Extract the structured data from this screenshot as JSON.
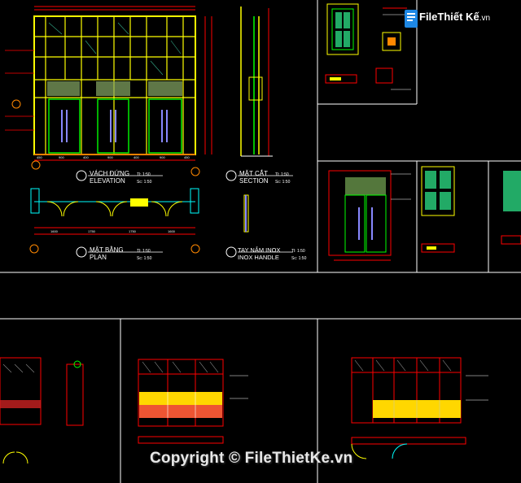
{
  "logo": {
    "name": "FileThiết Kế",
    "tld": ".vn"
  },
  "watermark": {
    "text": "Copyright © FileThietKe.vn"
  },
  "titles": {
    "elevation": {
      "vn": "VÁCH ĐỨNG",
      "en": "ELEVATION",
      "scale": "Tl: 1:50",
      "scale_en": "Sc: 1:50"
    },
    "section": {
      "vn": "MẶT CẮT",
      "en": "SECTION",
      "scale": "Tl: 1:50",
      "scale_en": "Sc: 1:50"
    },
    "plan": {
      "vn": "MẶT BẰNG",
      "en": "PLAN",
      "scale": "Tl: 1:50",
      "scale_en": "Sc: 1:50"
    },
    "handle": {
      "vn": "TAY NẮM INOX",
      "en": "INOX HANDLE",
      "scale": "Tl: 1:50",
      "scale_en": "Sc: 1:50"
    }
  },
  "dims": {
    "elevation_bottom": [
      "450",
      "900",
      "400",
      "900",
      "400",
      "900",
      "450"
    ],
    "plan_bottom": [
      "1600",
      "1750",
      "1750",
      "1600"
    ]
  },
  "colors": {
    "background": "#000000",
    "frame": "#ffff00",
    "glass": "#00ff00",
    "dimension": "#ff0000",
    "sheet_border": "#ffffff",
    "detail": "#00ffff",
    "accent": "#ff00ff",
    "fill": "#ffd700",
    "logo_blue": "#1e88e5"
  }
}
